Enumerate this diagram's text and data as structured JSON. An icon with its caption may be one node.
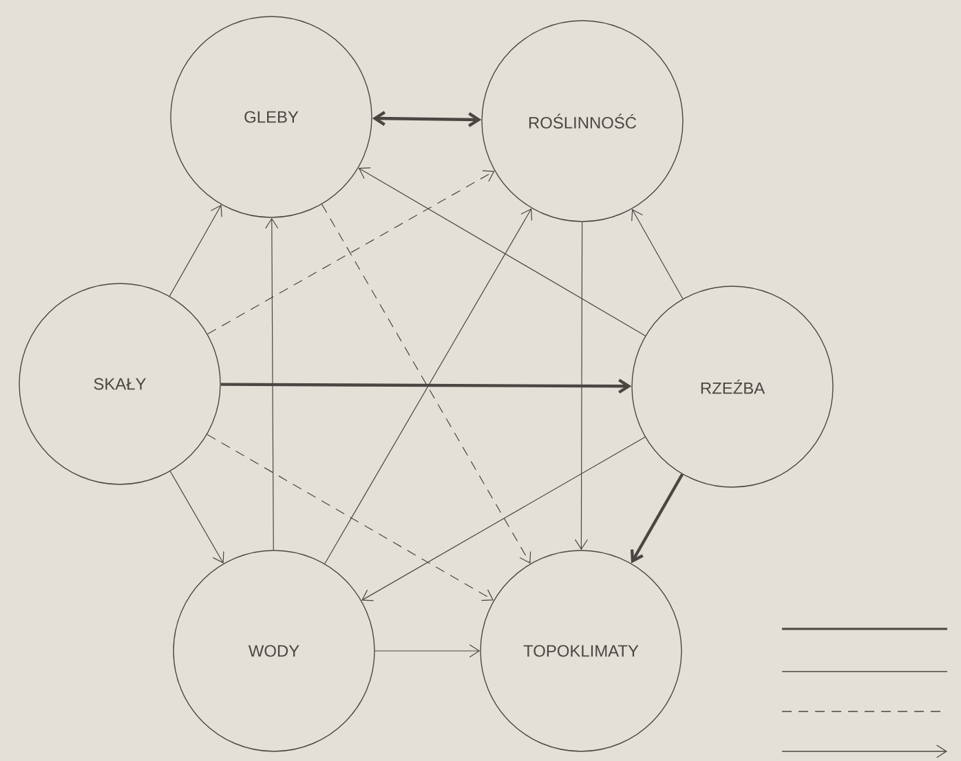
{
  "diagram": {
    "nodes": [
      {
        "text": [
          "GLEBY"
        ]
      },
      {
        "text": [
          "ROŚLINNOŚĆ"
        ]
      },
      {
        "text": [
          "SKAŁY"
        ]
      },
      {
        "text": [
          "RZEŹBA"
        ]
      },
      {
        "text": [
          "WODY"
        ]
      },
      {
        "text": [
          "TOPOKLIMATY"
        ]
      }
    ],
    "edges": [
      {
        "from": 0,
        "to": 1,
        "arrow": "both",
        "style": "thick"
      },
      {
        "from": 2,
        "to": 0,
        "arrow": "to"
      },
      {
        "from": 2,
        "to": 1,
        "arrow": "to",
        "style": "dashed"
      },
      {
        "from": 2,
        "to": 3,
        "arrow": "to",
        "style": "thick"
      },
      {
        "from": 2,
        "to": 5,
        "arrow": "to",
        "style": "dashed"
      },
      {
        "from": 2,
        "to": 4,
        "arrow": "to"
      },
      {
        "from": 4,
        "to": 0,
        "arrow": "to"
      },
      {
        "from": 4,
        "to": 1,
        "arrow": "to"
      },
      {
        "from": 4,
        "to": 5,
        "arrow": "to"
      },
      {
        "from": 0,
        "to": 5,
        "arrow": "to",
        "style": "dashed"
      },
      {
        "from": 3,
        "to": 0,
        "arrow": "to"
      },
      {
        "from": 3,
        "to": 1,
        "arrow": "to"
      },
      {
        "from": 3,
        "to": 4,
        "arrow": "to"
      },
      {
        "from": 3,
        "to": 5,
        "arrow": "to",
        "style": "thick"
      },
      {
        "from": 1,
        "to": 5,
        "arrow": "to"
      }
    ]
  }
}
